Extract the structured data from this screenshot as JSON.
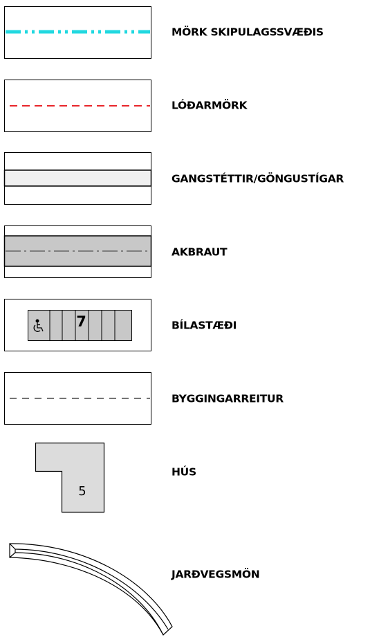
{
  "legend": {
    "items": [
      {
        "key": "plan_boundary",
        "label": "MÖRK SKIPULAGSSVÆÐIS",
        "color": "#22d8e0"
      },
      {
        "key": "plot_boundary",
        "label": "LÓÐARMÖRK",
        "color": "#e8252a"
      },
      {
        "key": "sidewalk",
        "label": "GANGSTÉTTIR/GÖNGUSTÍGAR",
        "color": "#f0f0f0"
      },
      {
        "key": "road",
        "label": "AKBRAUT",
        "color": "#c8c8c8"
      },
      {
        "key": "parking",
        "label": "BÍLASTÆÐI",
        "color": "#c8c8c8",
        "count": "7",
        "icon": "wheelchair-icon"
      },
      {
        "key": "building_area",
        "label": "BYGGINGARREITUR",
        "color": "#222222"
      },
      {
        "key": "house",
        "label": "HÚS",
        "color": "#dcdcdc",
        "number": "5"
      },
      {
        "key": "earth_berm",
        "label": "JARÐVEGSMÖN",
        "color": "#ffffff"
      }
    ]
  }
}
